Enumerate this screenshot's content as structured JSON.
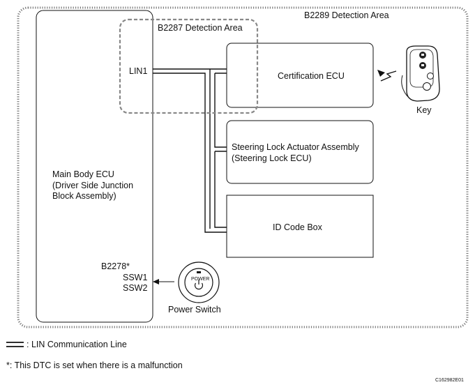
{
  "areas": {
    "b2289": "B2289 Detection Area",
    "b2287": "B2287 Detection Area"
  },
  "components": {
    "main_body_ecu": [
      "Main Body ECU",
      "(Driver Side Junction",
      "Block Assembly)"
    ],
    "lin1": "LIN1",
    "b2278": "B2278*",
    "ssw1": "SSW1",
    "ssw2": "SSW2",
    "certification_ecu": "Certification ECU",
    "steering_lock": [
      "Steering Lock Actuator Assembly",
      "(Steering Lock ECU)"
    ],
    "id_code_box": "ID Code Box",
    "power_switch": "Power Switch",
    "power_button_text": "POWER",
    "key": "Key"
  },
  "legend": {
    "lin_line": ": LIN Communication Line",
    "footnote": "*: This DTC is set when there is a malfunction"
  },
  "figure_id": "C162982E01",
  "colors": {
    "line": "#111111",
    "dotted_border": "#777777",
    "dashed_area": "#888888"
  }
}
